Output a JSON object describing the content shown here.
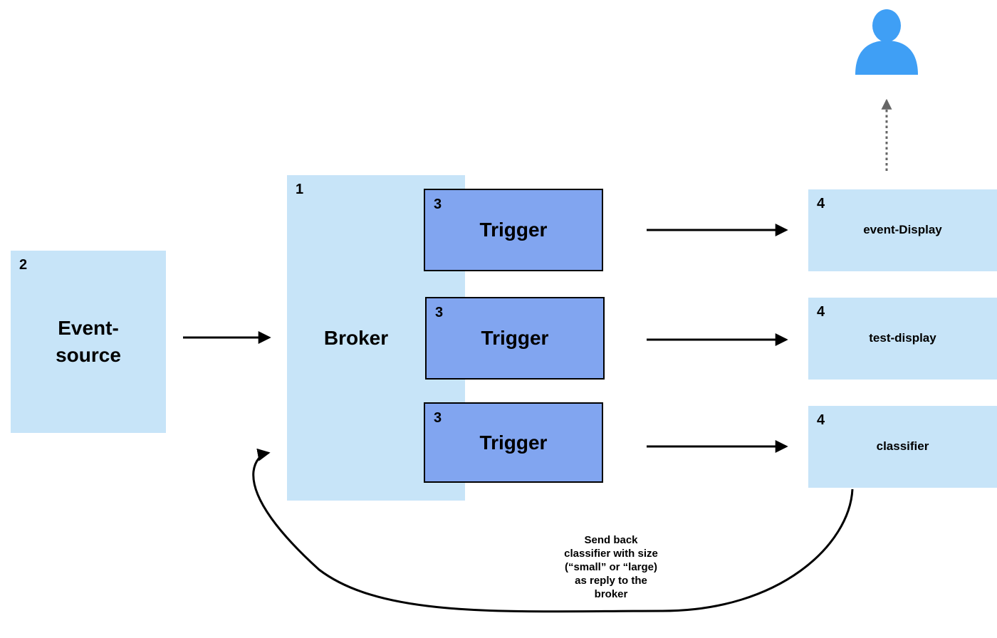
{
  "colors": {
    "box_light_blue": "#C7E4F8",
    "trigger_blue": "#81A5F0",
    "user_blue": "#3F9FF5",
    "arrow_black": "#000000",
    "arrow_gray": "#666666",
    "text_black": "#000000"
  },
  "nodes": {
    "event_source": {
      "number": "2",
      "label": "Event-\nsource"
    },
    "broker": {
      "number": "1",
      "label": "Broker"
    },
    "triggers": [
      {
        "number": "3",
        "label": "Trigger"
      },
      {
        "number": "3",
        "label": "Trigger"
      },
      {
        "number": "3",
        "label": "Trigger"
      }
    ],
    "sinks": [
      {
        "number": "4",
        "label": "event-Display"
      },
      {
        "number": "4",
        "label": "test-display"
      },
      {
        "number": "4",
        "label": "classifier"
      }
    ]
  },
  "annotations": {
    "reply_note": "Send back\nclassifier with size\n(“small” or “large)\nas reply to the\nbroker"
  },
  "icons": {
    "user_icon": "person-silhouette"
  }
}
